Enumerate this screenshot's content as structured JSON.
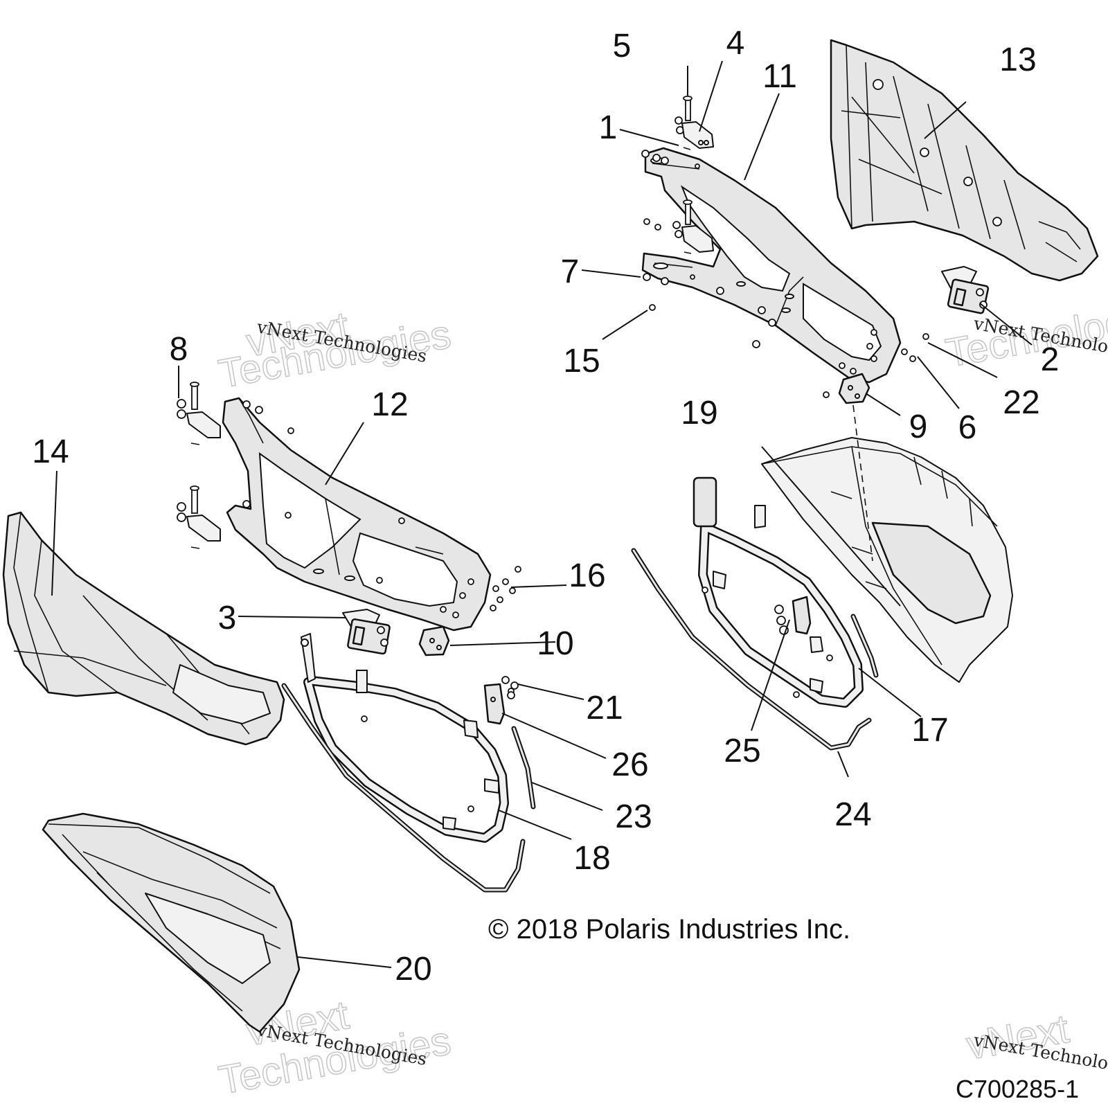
{
  "callouts": {
    "c1": "1",
    "c2": "2",
    "c3": "3",
    "c4": "4",
    "c5": "5",
    "c6": "6",
    "c7": "7",
    "c8": "8",
    "c9": "9",
    "c10": "10",
    "c11": "11",
    "c12": "12",
    "c13": "13",
    "c14": "14",
    "c15": "15",
    "c16": "16",
    "c17": "17",
    "c18": "18",
    "c19": "19",
    "c20": "20",
    "c21": "21",
    "c22": "22",
    "c23": "23",
    "c24": "24",
    "c25": "25",
    "c26": "26"
  },
  "copyright": "© 2018 Polaris Industries Inc.",
  "drawing_id": "C700285-1",
  "watermark": {
    "brand": "vNext Technologies",
    "line1": "vNext",
    "line2": "Technologies"
  }
}
